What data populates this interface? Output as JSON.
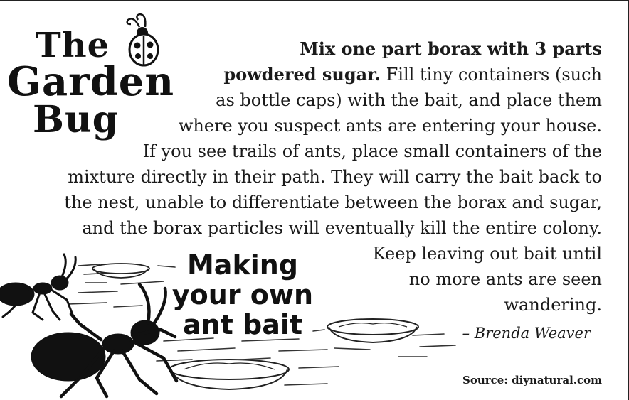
{
  "logo": {
    "line1": "The",
    "line2": "Garden",
    "line3": "Bug"
  },
  "article": {
    "lead_bold": "Mix one part borax with 3 parts",
    "lines": [
      {
        "bold": "powdered sugar.",
        "text": " Fill tiny containers (such"
      },
      {
        "text": "as bottle caps) with the bait, and place them"
      },
      {
        "text": "where you suspect ants are entering your house."
      },
      {
        "text": "If you see trails of ants, place small containers of the"
      },
      {
        "text": "mixture directly in their path. They will carry the bait back to"
      },
      {
        "text": "the nest, unable to differentiate between the borax and sugar,"
      },
      {
        "text": "and the borax particles will eventually kill the entire colony."
      },
      {
        "text": "Keep leaving out bait until"
      },
      {
        "text": "no more ants are seen"
      },
      {
        "text": "wandering."
      }
    ],
    "author": "– Brenda Weaver"
  },
  "title": {
    "line1": "Making",
    "line2": "your own",
    "line3": "ant bait"
  },
  "source": "Source: diynatural.com"
}
